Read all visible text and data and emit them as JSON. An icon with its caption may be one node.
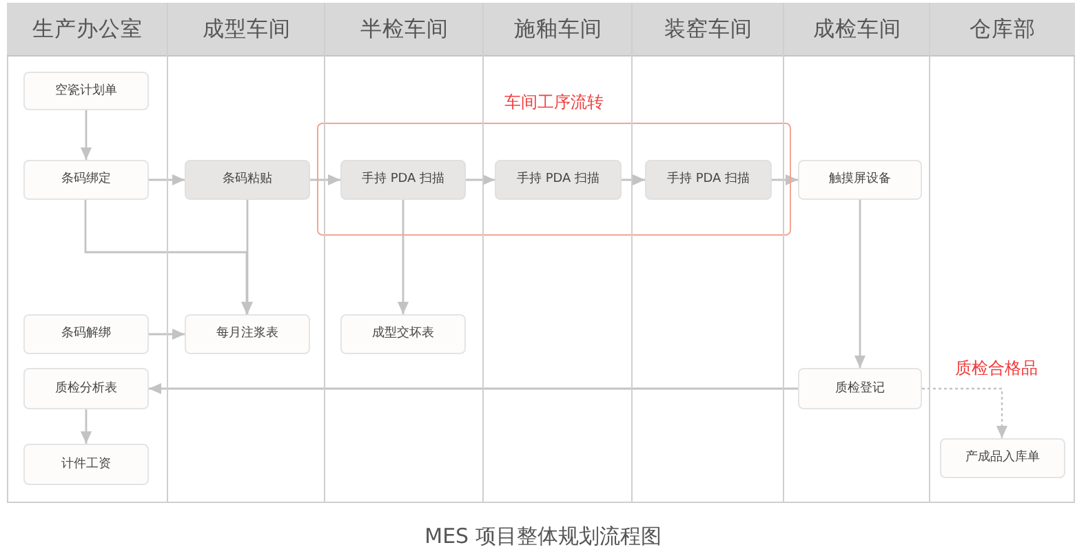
{
  "diagram": {
    "caption": "MES 项目整体规划流程图",
    "nodes": [
      {
        "text": [
          "生产办公室"
        ]
      },
      {
        "text": [
          "成型车间"
        ]
      },
      {
        "text": [
          "半检车间"
        ]
      },
      {
        "text": [
          "施釉车间"
        ]
      },
      {
        "text": [
          "装窑车间"
        ]
      },
      {
        "text": [
          "成检车间"
        ]
      },
      {
        "text": [
          "仓库部"
        ]
      },
      {
        "text": [
          "空瓷计划单"
        ]
      },
      {
        "text": [
          "车间工序流转"
        ]
      },
      {
        "text": [
          "条码绑定"
        ]
      },
      {
        "text": [
          "条码粘贴"
        ]
      },
      {
        "text": [
          "手持 PDA 扫描"
        ],
        "in": 8
      },
      {
        "text": [
          "手持 PDA 扫描"
        ],
        "in": 8
      },
      {
        "text": [
          "手持 PDA 扫描"
        ],
        "in": 8
      },
      {
        "text": [
          "触摸屏设备"
        ]
      },
      {
        "text": [
          "条码解绑"
        ]
      },
      {
        "text": [
          "每月注浆表"
        ]
      },
      {
        "text": [
          "成型交坏表"
        ]
      },
      {
        "text": [
          "质检分析表"
        ]
      },
      {
        "text": [
          "质检登记"
        ]
      },
      {
        "text": [
          "计件工资"
        ]
      },
      {
        "text": [
          "产成品入库单"
        ]
      }
    ],
    "edges": [
      {
        "from": 7,
        "to": 9,
        "arrow": "to"
      },
      {
        "from": 9,
        "to": 10,
        "arrow": "to"
      },
      {
        "from": 10,
        "to": 11,
        "arrow": "to"
      },
      {
        "from": 11,
        "to": 12,
        "arrow": "to"
      },
      {
        "from": 12,
        "to": 13,
        "arrow": "to"
      },
      {
        "from": 13,
        "to": 14,
        "arrow": "to"
      },
      {
        "from": 9,
        "to": 16,
        "arrow": "to"
      },
      {
        "from": 10,
        "to": 16,
        "arrow": "to"
      },
      {
        "from": 11,
        "to": 17,
        "arrow": "to"
      },
      {
        "from": 15,
        "to": 16,
        "arrow": "to"
      },
      {
        "from": 14,
        "to": 19,
        "arrow": "to"
      },
      {
        "from": 19,
        "to": 18,
        "arrow": "to"
      },
      {
        "from": 18,
        "to": 20,
        "arrow": "to"
      },
      {
        "from": 19,
        "to": 21,
        "arrow": "to",
        "label": "质检合格品",
        "style": "dashed"
      }
    ]
  }
}
